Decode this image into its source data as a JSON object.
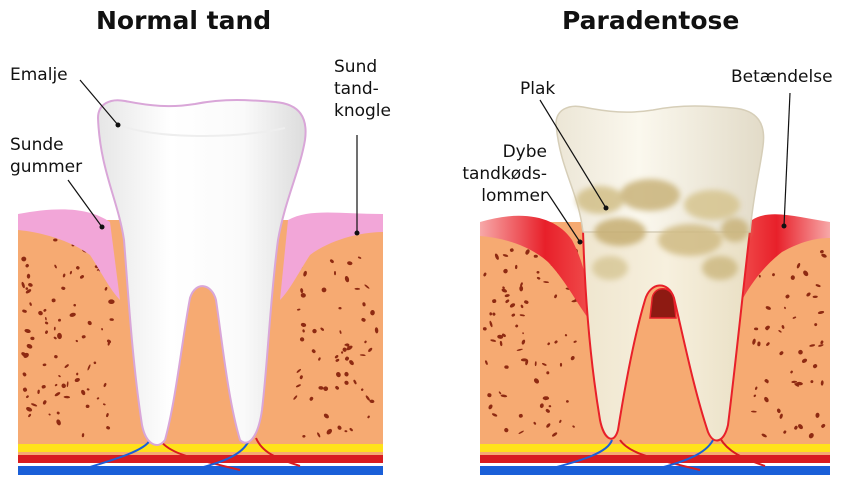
{
  "left_panel": {
    "title": "Normal tand",
    "labels": {
      "enamel": "Emalje",
      "bone": "Sund\ntand-\nknogle",
      "gums": "Sunde\ngummer"
    }
  },
  "right_panel": {
    "title": "Paradentose",
    "labels": {
      "plaque": "Plak",
      "inflammation": "Betændelse",
      "pockets": "Dybe\ntandkøds-\nlommer"
    }
  },
  "colors": {
    "bone": "#f6aa72",
    "bone_dots": "#8e2a12",
    "healthy_gum": "#f2a6d8",
    "inflamed_gum": "#e8202a",
    "enamel": "#ffffff",
    "plaque": "#d9c89a",
    "nerve_yellow": "#ffe21a",
    "artery_red": "#d81c20",
    "vein_blue": "#1a5fd8"
  }
}
